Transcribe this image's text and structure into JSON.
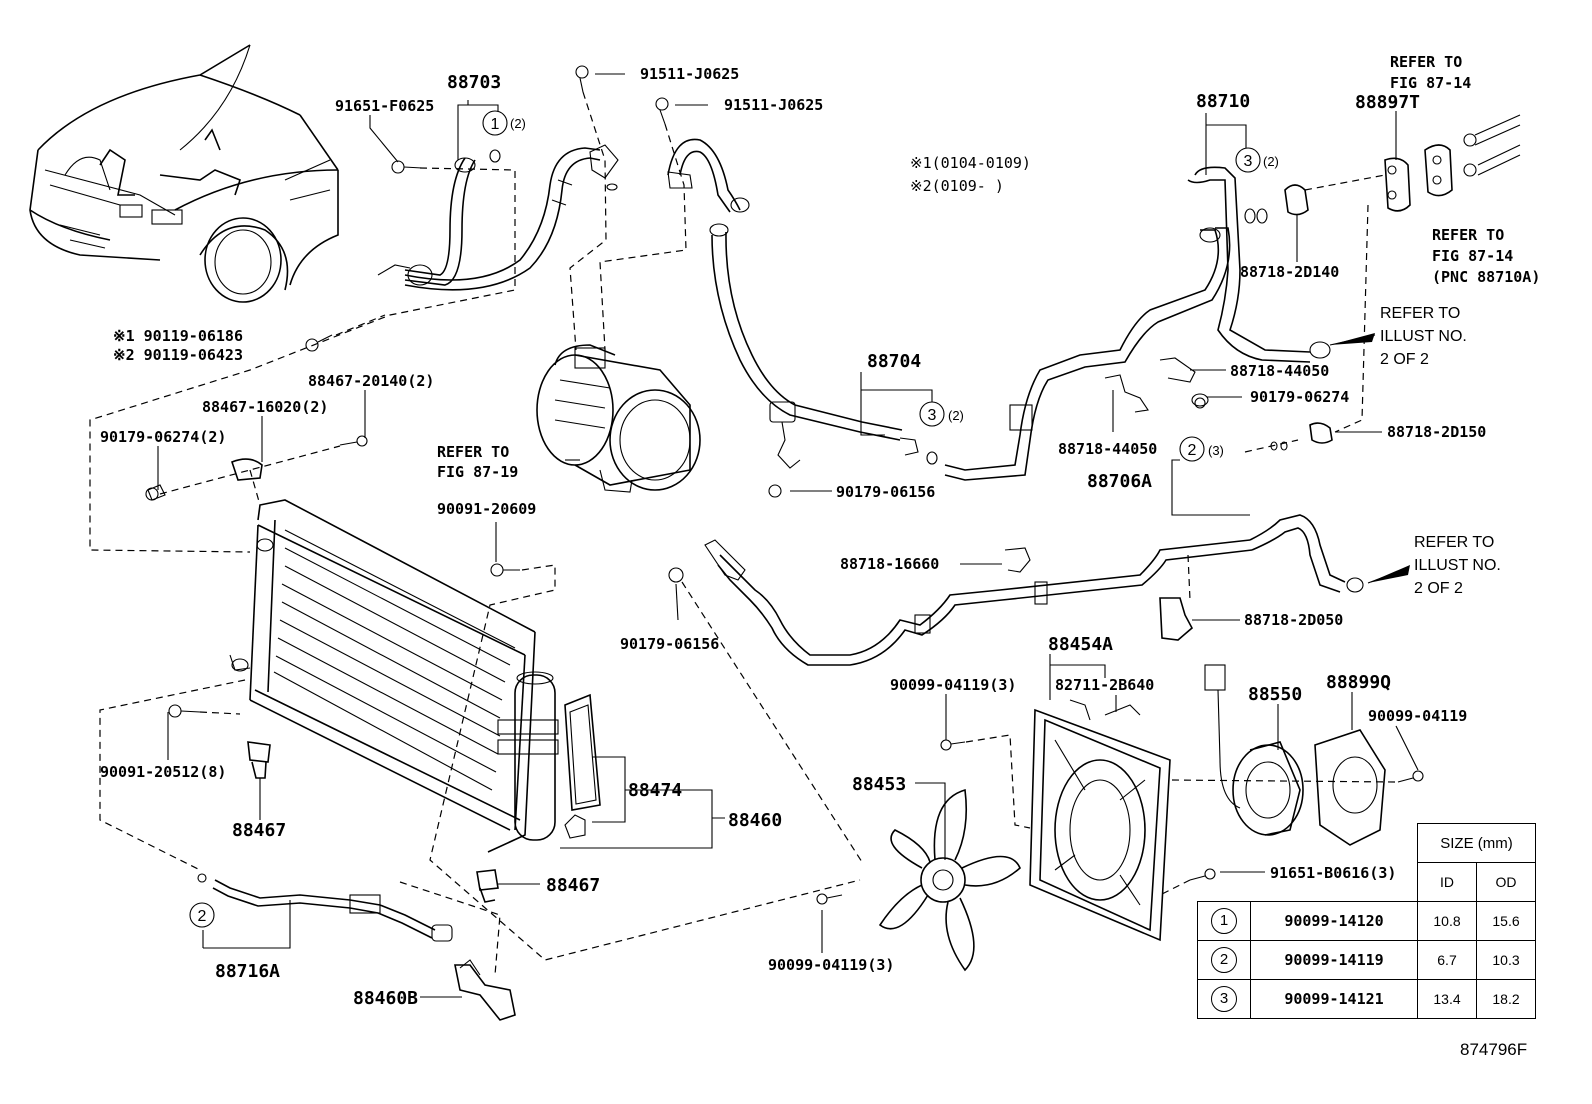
{
  "labels": {
    "p88703": "88703",
    "p91651_f0625": "91651-F0625",
    "p91511_a": "91511-J0625",
    "p91511_b": "91511-J0625",
    "circle1_qty": "(2)",
    "p90119_1": "※1 90119-06186",
    "p90119_2": "※2 90119-06423",
    "p88467_20140": "88467-20140(2)",
    "p88467_16020": "88467-16020(2)",
    "p90179_06274_2": "90179-06274(2)",
    "refer_87_19_a": "REFER TO",
    "refer_87_19_b": "FIG 87-19",
    "p90091_20609": "90091-20609",
    "p90179_06156_a": "90179-06156",
    "p90091_20512": "90091-20512(8)",
    "p88467_a": "88467",
    "p88474": "88474",
    "p88460": "88460",
    "p88467_b": "88467",
    "p88716a": "88716A",
    "p88460b": "88460B",
    "note1": "※1(0104-0109)",
    "note2": "※2(0109-     )",
    "p88704": "88704",
    "circle3a_qty": "(2)",
    "p90179_06156_b": "90179-06156",
    "p88710": "88710",
    "circle3b_qty": "(2)",
    "p88897t": "88897T",
    "refer_87_14_a1": "REFER TO",
    "refer_87_14_a2": "FIG 87-14",
    "refer_87_14_b1": "REFER TO",
    "refer_87_14_b2": "FIG 87-14",
    "refer_87_14_b3": "(PNC 88710A)",
    "p88718_2d140": "88718-2D140",
    "refer_illust_a1": "REFER TO",
    "refer_illust_a2": "ILLUST NO.",
    "refer_illust_a3": "2 OF 2",
    "p88718_44050_a": "88718-44050",
    "p90179_06274": "90179-06274",
    "p88718_44050_b": "88718-44050",
    "circle2_qty": "(3)",
    "p88718_2d150": "88718-2D150",
    "p88706a": "88706A",
    "p88718_16660": "88718-16660",
    "refer_illust_b1": "REFER TO",
    "refer_illust_b2": "ILLUST NO.",
    "refer_illust_b3": "2 OF 2",
    "p88718_2d050": "88718-2D050",
    "p88454a": "88454A",
    "p82711_2b640": "82711-2B640",
    "p90099_04119_3a": "90099-04119(3)",
    "p88550": "88550",
    "p88899q": "88899Q",
    "p90099_04119": "90099-04119",
    "p88453": "88453",
    "p91651_b0616": "91651-B0616(3)",
    "p90099_04119_3b": "90099-04119(3)",
    "circle_1": "1",
    "circle_2": "2",
    "circle_3": "3"
  },
  "size_table": {
    "header": "SIZE (mm)",
    "col_id": "ID",
    "col_od": "OD",
    "rows": [
      {
        "idx": "1",
        "part": "90099-14120",
        "id": "10.8",
        "od": "15.6"
      },
      {
        "idx": "2",
        "part": "90099-14119",
        "id": "6.7",
        "od": "10.3"
      },
      {
        "idx": "3",
        "part": "90099-14121",
        "id": "13.4",
        "od": "18.2"
      }
    ]
  },
  "figure_code": "874796F"
}
